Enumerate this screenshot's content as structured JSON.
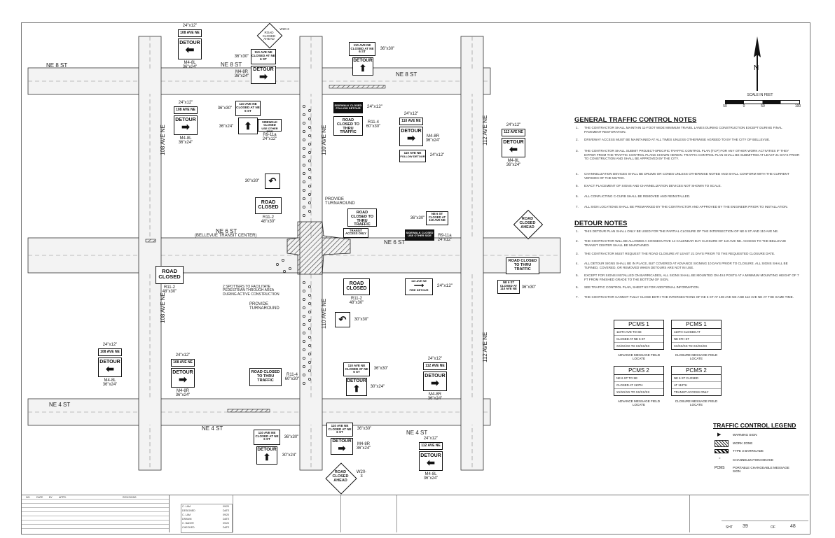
{
  "streets": {
    "ne8_left": "NE 8 ST",
    "ne8_mid": "NE 8 ST",
    "ne8_right": "NE 8 ST",
    "ne6": "NE 6 ST",
    "ne6_sub": "(BELLEVUE TRANSIT CENTER)",
    "ne6_right": "NE 6 ST",
    "ne4_left": "NE 4 ST",
    "ne4_mid": "NE 4 ST",
    "ne4_right": "NE 4 ST",
    "ave108_top": "108 AVE NE",
    "ave108_bot": "108 AVE NE",
    "ave110_top": "110 AVE NE",
    "ave110_bot": "110 AVE NE",
    "ave112_top": "112 AVE NE",
    "ave112_bot": "112 AVE NE"
  },
  "signs": {
    "tl_ave": "108 AVE NE",
    "tl_detour": "DETOUR",
    "tl_code": "M4-8L",
    "tl_size": "36\"x24\"",
    "tl_dim": "24\"x12\"",
    "t110_text": "110 AVE NE CLOSED AT NE 6 ST",
    "t110_dim": "36\"x30\"",
    "t110_detour": "DETOUR",
    "t110_code": "M4-8R",
    "t110_size": "36\"x24\"",
    "diamond_top": "ROAD CLOSED AHEAD",
    "diamond_top_code": "W20-3",
    "tr_text": "110 AVE NE CLOSED AT NE 6 ST",
    "tr_dim": "36\"x30\"",
    "tr_detour": "DETOUR",
    "l108_ave": "108 AVE NE",
    "l108_detour": "DETOUR",
    "l108_code": "M4-8L",
    "l108_size": "36\"x24\"",
    "l108_dim": "24\"x12\"",
    "c110_text": "110 AVE NE CLOSED AT NE 6 ST",
    "c110_dim": "36\"x30\"",
    "c110_size": "36\"x24\"",
    "sidewalk_closed": "SIDEWALK CLOSED",
    "sidewalk_sub": "USE OTHER SIDE",
    "sidewalk_code": "R9-11a",
    "sidewalk_size": "24\"x12\"",
    "sw_detour": "SIDEWALK CLOSED",
    "sw_detour2": "FOLLOW DETOUR",
    "sw_dim": "24\"x12\"",
    "rcthru": "ROAD CLOSED TO THRU TRAFFIC",
    "rcthru_code": "R11-4",
    "rcthru_size": "60\"x30\"",
    "r112_ave": "110 AVE NE",
    "r112_detour": "DETOUR",
    "r112_code": "M4-8R",
    "r112_size": "36\"x24\"",
    "r112_dim": "24\"x12\"",
    "r112_sub": "110 AVE NE",
    "r112_sub2": "FOLLOW DETOUR",
    "r112_sub_dim": "24\"x12\"",
    "far_ave": "112 AVE NE",
    "far_detour": "DETOUR",
    "far_code": "M4-8L",
    "far_size": "36\"x24\"",
    "far_dim": "24\"x12\"",
    "uturn_dim": "30\"x30\"",
    "provide_turn": "PROVIDE TURNAROUND",
    "rc_main": "ROAD CLOSED",
    "rc_main_code": "R11-2",
    "rc_main_size": "48\"x30\"",
    "rct_mid": "ROAD CLOSED TO THRU TRAFFIC",
    "transit_access": "TRANSIT ACCESS ONLY",
    "ne6_box": "NE 6 ST CLOSED AT 110 AVE NE",
    "ne6_box_dim": "36\"x30\"",
    "sw_left": "SIDEWALK CLOSED",
    "sw_left2": "USE OTHER SIDE",
    "sw_left_code": "R9-11a",
    "sw_left_size": "24\"x12\"",
    "diamond_right": "ROAD CLOSED AHEAD",
    "rct_right": "ROAD CLOSED TO THRU TRAFFIC",
    "rc_left": "ROAD CLOSED",
    "rc_left_code": "R11-2",
    "rc_left_size": "48\"x30\"",
    "flaggers": "2 SPOTTERS TO FACILITATE PEDESTRIAN THROUGH AREA DURING ACTIVE CONSTRUCTION",
    "provide_turn2": "PROVIDE TURNAROUND",
    "rc_low": "ROAD CLOSED",
    "rc_low_code": "R11-2",
    "rc_low_size": "48\"x30\"",
    "uturn2_dim": "30\"x30\"",
    "detour_arrow": "110 AVE NE",
    "detour_arrow2": "FIRE DETOUR",
    "detour_arrow_dim": "24\"x12\"",
    "ne6_right_box": "NE 6 ST CLOSED AT 110 AVE NE",
    "ne6_right_dim": "36\"x30\"",
    "bl_ave": "24\"x12\"",
    "bl_txt": "108 AVE NE",
    "bl_detour": "DETOUR",
    "bl_code": "M4-8L",
    "bl_size": "36\"x24\"",
    "bl2_txt": "108 AVE NE",
    "bl2_detour": "DETOUR",
    "bl2_code": "M4-8R",
    "bl2_size": "36\"x24\"",
    "bl2_dim": "24\"x12\"",
    "rct_low": "ROAD CLOSED TO THRU TRAFFIC",
    "rct_low_code": "R11-4",
    "rct_low_size": "60\"x30\"",
    "c110_low": "110 AVE NE CLOSED AT NE 6 ST",
    "c110_low_dim": "36\"x30\"",
    "c110_low_detour": "DETOUR",
    "c110_low_size": "30\"x24\"",
    "br_txt": "112 AVE NE",
    "br_detour": "DETOUR",
    "br_code": "M4-8R",
    "br_size": "36\"x24\"",
    "br_dim": "24\"x12\"",
    "bot_txt": "110 AVE NE CLOSED AT NE 6 ST",
    "bot_dim": "36\"x30\"",
    "bot_detour": "DETOUR",
    "bot_code": "M4-8R",
    "bot_size": "36\"x24\"",
    "bot2_txt": "110 AVE NE CLOSED AT NE 6 ST",
    "bot2_dim": "36\"x30\"",
    "bot2_detour": "DETOUR",
    "bot2_size": "30\"x24\"",
    "diamond_bot": "ROAD CLOSED AHEAD",
    "diamond_bot_code": "W20-3",
    "br2_txt": "112 AVE NE",
    "br2_detour": "DETOUR",
    "br2_code": "M4-8L",
    "br2_size": "36\"x24\"",
    "br2_dim": "24\"x12\""
  },
  "scale": {
    "label": "SCALE IN FEET",
    "ticks": [
      "50",
      "0",
      "50",
      "100"
    ]
  },
  "general_notes": {
    "title": "GENERAL TRAFFIC CONTROL NOTES",
    "items": [
      {
        "n": "1.",
        "t": "THE CONTRACTOR SHALL MAINTAIN 11-FOOT WIDE MINIMUM TRAVEL LANES DURING CONSTRUCTION EXCEPT DURING FINAL PAVEMENT RESTORATION."
      },
      {
        "n": "2.",
        "t": "DRIVEWAY ACCESS MUST BE MAINTAINED AT ALL TIMES UNLESS OTHERWISE AGREED TO BY THE CITY OF BELLEVUE."
      },
      {
        "n": "3.",
        "t": "THE CONTRACTOR SHALL SUBMIT PROJECT-SPECIFIC TRAFFIC CONTROL PLAN (TCP) FOR ANY OTHER WORK ACTIVITIES IF THEY DIFFER FROM THE TRAFFIC CONTROL PLANS SHOWN HEREIN. TRAFFIC CONTROL PLAN SHALL BE SUBMITTED AT LEAST 21 DAYS PRIOR TO CONSTRUCTION AND SHALL BE APPROVED BY THE CITY."
      },
      {
        "n": "4.",
        "t": "CHANNELIZATION DEVICES SHALL BE DRUMS OR CONES UNLESS OTHERWISE NOTED AND SHALL CONFORM WITH THE CURRENT VERSION OF THE MUTCD."
      },
      {
        "n": "5.",
        "t": "EXACT PLACEMENT OF SIGNS AND CHANNELIZATION DEVICES NOT SHOWN TO SCALE."
      },
      {
        "n": "6.",
        "t": "ALL CONFLICTING C-CURB SHALL BE REMOVED AND REINSTALLED."
      },
      {
        "n": "7.",
        "t": "ALL SIGN LOCATIONS SHALL BE PREMARKED BY THE CONTRACTOR AND APPROVED BY THE ENGINEER PRIOR TO INSTALLATION."
      }
    ]
  },
  "detour_notes": {
    "title": "DETOUR NOTES",
    "items": [
      {
        "n": "1.",
        "t": "THIS DETOUR PLAN SHALL ONLY BE USED FOR THE PARTIAL CLOSURE OF THE INTERSECTION OF NE 6 ST AND 110 AVE NE."
      },
      {
        "n": "2.",
        "t": "THE CONTRACTOR WILL BE ALLOWED A CONSECUTIVE 14 CALENDAR DAY CLOSURE OF 110 AVE NE. ACCESS TO THE BELLEVUE TRANSIT CENTER SHALL BE MAINTAINED."
      },
      {
        "n": "3.",
        "t": "THE CONTRACTOR MUST REQUEST THE ROAD CLOSURE AT LEAST 21 DAYS PRIOR TO THE REQUESTED CLOSURE DATE."
      },
      {
        "n": "4.",
        "t": "ALL DETOUR SIGNS SHALL BE IN PLACE, BUT COVERED AT ADVANCE SIGNING 10 DAYS PRIOR TO CLOSURE. ALL SIGNS SHALL BE TURNED, COVERED, OR REMOVED WHEN DETOURS ARE NOT IN USE."
      },
      {
        "n": "5.",
        "t": "EXCEPT FOR SIGNS INSTALLED ON BARRICADES, ALL SIGNS SHALL BE MOUNTED ON 4X4 POSTS AT A MINIMUM MOUNTING HEIGHT OF 7 FT FROM FINISHED GRADE TO THE BOTTOM OF SIGN."
      },
      {
        "n": "6.",
        "t": "SEE TRAFFIC CONTROL PLAN, SHEET 63 FOR ADDITIONAL INFORMATION."
      },
      {
        "n": "7.",
        "t": "THE CONTRACTOR CANNOT FULLY CLOSE BOTH THE INTERSECTIONS OF NE 6 ST AT 108 AVE NE AND 112 AVE NE AT THE SAME TIME."
      }
    ]
  },
  "pcms": [
    {
      "title": "PCMS 1",
      "rows": [
        "110TH AVE TO SE",
        "CLOSED AT NE 6 ST",
        "XX/XX/XX TO XX/XX/XX"
      ],
      "caption": "ADVANCE MESSAGE FIELD LOCATE"
    },
    {
      "title": "PCMS 1",
      "rows": [
        "110TH CLOSED AT",
        "NE 6TH ST",
        "XX/XX/XX TO XX/XX/XX"
      ],
      "caption": "CLOSURE MESSAGE FIELD LOCATE"
    },
    {
      "title": "PCMS 2",
      "rows": [
        "NE 6 ST TO SE",
        "CLOSED AT 110TH",
        "XX/XX/XX TO XX/XX/XX"
      ],
      "caption": "ADVANCE MESSAGE FIELD LOCATE"
    },
    {
      "title": "PCMS 2",
      "rows": [
        "NE 6 ST CLOSED",
        "AT 110TH",
        "TRANSIT ACCESS ONLY"
      ],
      "caption": "CLOSURE MESSAGE FIELD LOCATE"
    }
  ],
  "legend": {
    "title": "TRAFFIC CONTROL LEGEND",
    "items": [
      {
        "sym": "▶",
        "label": "WARNING SIGN"
      },
      {
        "sym": "hatch",
        "label": "WORK ZONE"
      },
      {
        "sym": "barricade",
        "label": "TYPE 3 BARRICADE"
      },
      {
        "sym": "◦",
        "label": "CHANNELIZATION DEVICE"
      },
      {
        "sym": "PCMS",
        "label": "PORTABLE CHANGEABLE MESSAGE SIGN"
      }
    ]
  },
  "titleblock": {
    "cols": [
      "NO.",
      "DATE",
      "BY",
      "APPR.",
      "REVISIONS"
    ],
    "names": [
      [
        "C. LAM",
        "09/20"
      ],
      [
        "DESIGNED",
        "DATE"
      ],
      [
        "C. LAM",
        "09/20"
      ],
      [
        "DRAWN",
        "DATE"
      ],
      [
        "C. BAKER",
        "09/20"
      ],
      [
        "CHECKED",
        "DATE"
      ]
    ],
    "sheet_label": "SHT",
    "sheet_no": "39",
    "of_label": "OF",
    "sheet_total": "48"
  },
  "colors": {
    "ink": "#111111",
    "road": "#f2f2f2",
    "hatch": "#333333"
  }
}
